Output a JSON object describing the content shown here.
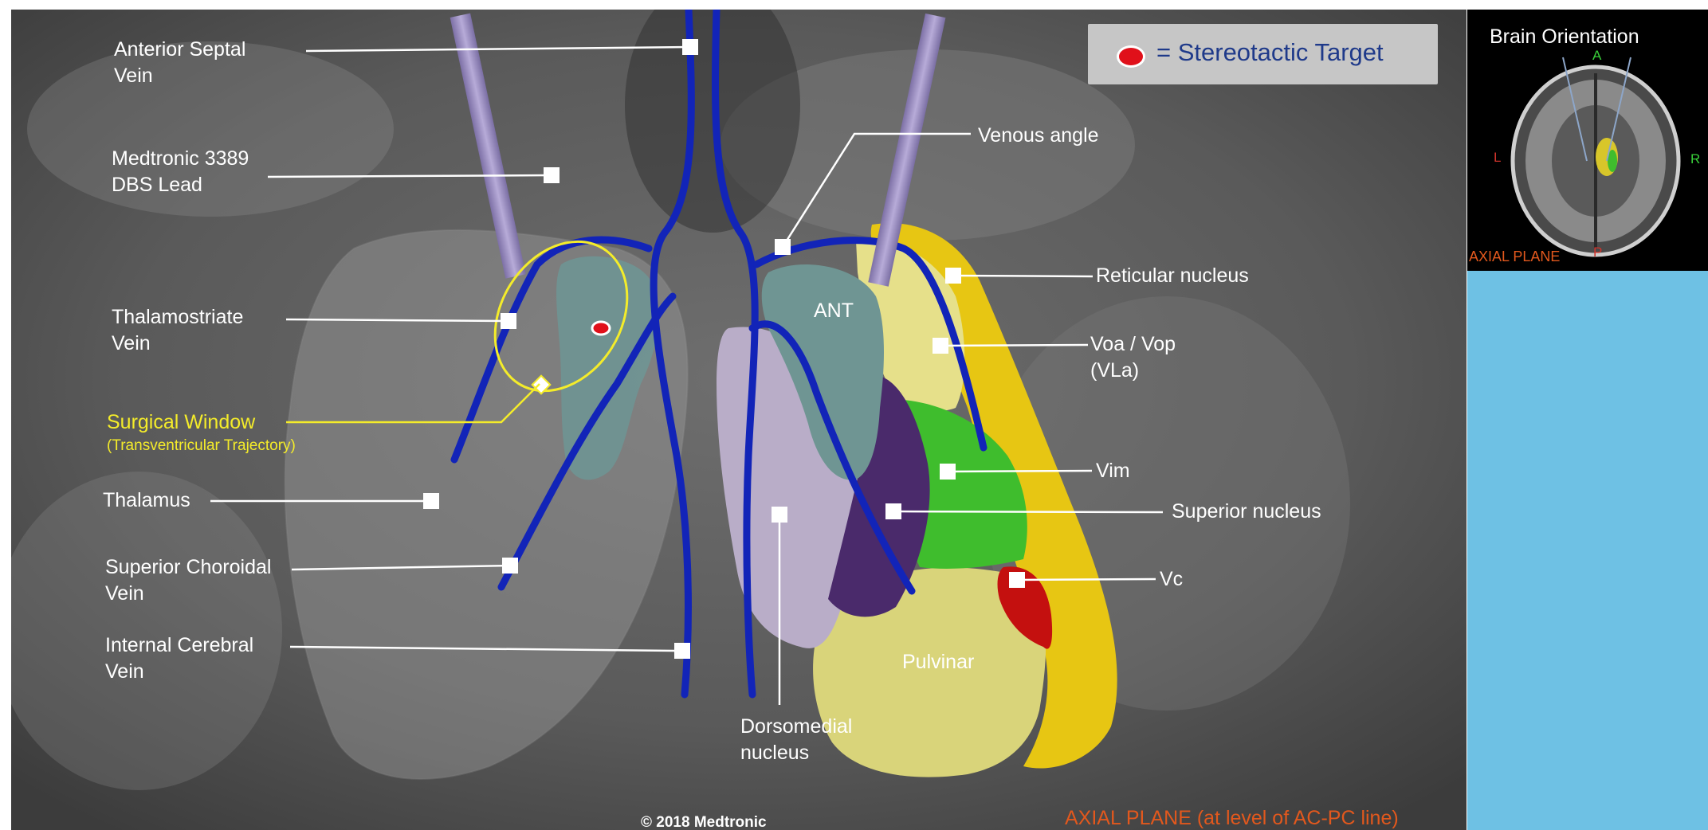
{
  "labels": {
    "anterior_septal_vein": [
      "Anterior Septal",
      "Vein"
    ],
    "dbs_lead": [
      "Medtronic 3389",
      "DBS Lead"
    ],
    "thalamostriate_vein": [
      "Thalamostriate",
      "Vein"
    ],
    "surgical_window": "Surgical Window",
    "surgical_window_sub": "(Transventricular Trajectory)",
    "thalamus": "Thalamus",
    "superior_choroidal_vein": [
      "Superior Choroidal",
      "Vein"
    ],
    "internal_cerebral_vein": [
      "Internal Cerebral",
      "Vein"
    ],
    "venous_angle": "Venous angle",
    "reticular_nucleus": "Reticular nucleus",
    "voa_vop": [
      "Voa / Vop",
      "(VLa)"
    ],
    "vim": "Vim",
    "superior_nucleus": "Superior nucleus",
    "vc": "Vc",
    "ant": "ANT",
    "pulvinar": "Pulvinar",
    "dorsomedial_nucleus": [
      "Dorsomedial",
      "nucleus"
    ]
  },
  "legend": {
    "text": "= Stereotactic Target",
    "marker_color": "#e0101a"
  },
  "copyright": "© 2018 Medtronic",
  "plane_caption": "AXIAL PLANE (at level of AC-PC line)",
  "orientation_panel": {
    "title": "Brain Orientation",
    "anterior": "A",
    "left": "L",
    "right": "R",
    "posterior": "P",
    "plane": "AXIAL PLANE"
  },
  "colors": {
    "vein_blue": "#1224b8",
    "lead_purple": "#a899cc",
    "reticular_yellow": "#e7c613",
    "voa_pale_yellow": "#e6e08a",
    "vim_green": "#3fbd2d",
    "superior_purple": "#4a2a6b",
    "vc_red": "#c4100f",
    "pulvinar_khaki": "#d9d47a",
    "dorsomedial_lavender": "#b9adc8",
    "ant_teal": "#6f9593",
    "surgical_window_yellow": "#f4ec2a",
    "plane_caption_orange": "#e2581d"
  }
}
